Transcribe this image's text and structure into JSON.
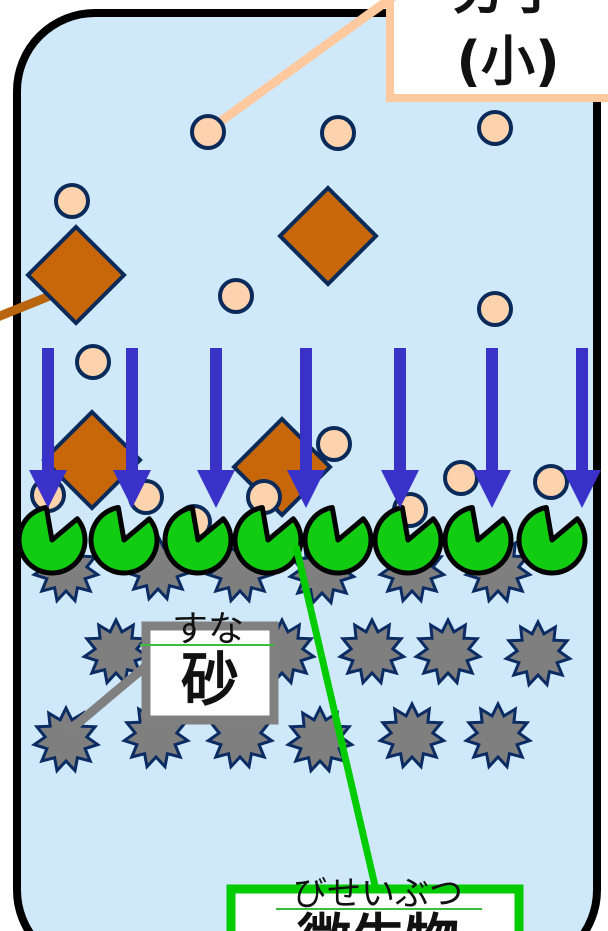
{
  "labels": {
    "top_right_line1": "分子",
    "top_right_line2": "(小)",
    "sand_ruby": "すな",
    "sand": "砂",
    "microbe_ruby": "びせいぶつ",
    "microbe": "微生物"
  },
  "colors": {
    "water": "#cfe9fb",
    "container_border": "#000000",
    "small_molecule": "#fcd3ad",
    "outline": "#0a2a5a",
    "large_particle": "#c8670a",
    "arrow": "#3a31c9",
    "microbe": "#11cc11",
    "sand_grain": "#7f7f7f",
    "sand_grain_outline": "#0b2c63",
    "label_small_border": "#fec99f",
    "label_sand_border": "#808080",
    "label_microbe_border": "#00cc00",
    "pointer_large": "#b9650f",
    "ruby_underline": "#3bbf3b"
  },
  "icons": [
    "small-molecule-icon",
    "large-particle-icon",
    "flow-arrow-icon",
    "microbe-icon",
    "sand-grain-icon"
  ]
}
